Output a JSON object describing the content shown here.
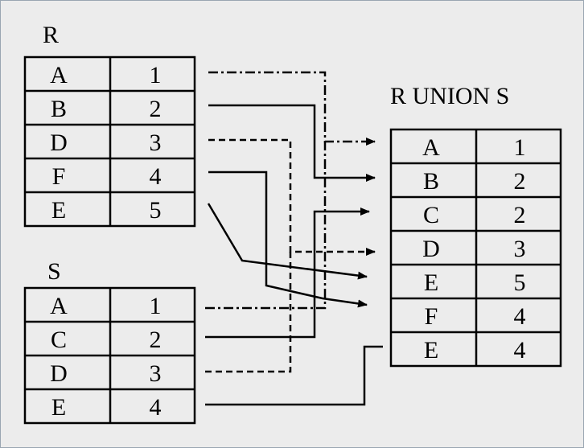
{
  "tables": {
    "r": {
      "title": "R",
      "rows": [
        {
          "key": "A",
          "val": "1"
        },
        {
          "key": "B",
          "val": "2"
        },
        {
          "key": "D",
          "val": "3"
        },
        {
          "key": "F",
          "val": "4"
        },
        {
          "key": "E",
          "val": "5"
        }
      ]
    },
    "s": {
      "title": "S",
      "rows": [
        {
          "key": "A",
          "val": "1"
        },
        {
          "key": "C",
          "val": "2"
        },
        {
          "key": "D",
          "val": "3"
        },
        {
          "key": "E",
          "val": "4"
        }
      ]
    },
    "union": {
      "title": "R UNION S",
      "rows": [
        {
          "key": "A",
          "val": "1"
        },
        {
          "key": "B",
          "val": "2"
        },
        {
          "key": "C",
          "val": "2"
        },
        {
          "key": "D",
          "val": "3"
        },
        {
          "key": "E",
          "val": "5"
        },
        {
          "key": "F",
          "val": "4"
        },
        {
          "key": "E",
          "val": "4"
        }
      ]
    }
  },
  "connections": [
    {
      "from": "r.A",
      "to": "union.A",
      "style": "dash-dot"
    },
    {
      "from": "r.B",
      "to": "union.B",
      "style": "solid"
    },
    {
      "from": "r.D",
      "to": "union.D",
      "style": "dashed"
    },
    {
      "from": "r.F",
      "to": "union.F",
      "style": "solid"
    },
    {
      "from": "r.E",
      "to": "union.E5",
      "style": "solid"
    },
    {
      "from": "s.A",
      "to": "union.A",
      "style": "dash-dot"
    },
    {
      "from": "s.C",
      "to": "union.C",
      "style": "solid"
    },
    {
      "from": "s.D",
      "to": "union.D",
      "style": "dashed"
    },
    {
      "from": "s.E",
      "to": "union.E4",
      "style": "solid"
    }
  ]
}
